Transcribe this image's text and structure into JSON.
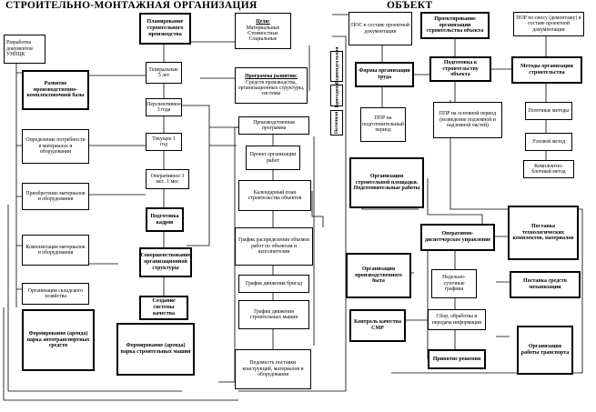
{
  "headers": {
    "left": "СТРОИТЕЛЬНО-МОНТАЖНАЯ ОРГАНИЗАЦИЯ",
    "right": "ОБЪЕКТ"
  },
  "left": {
    "docs": "Разработка документов УНПЦК",
    "dev": "Развитие производственно-комплектовочной базы",
    "needs": "Определение потребности в материалах и оборудовании",
    "acq": "Приобретение материалов и оборудования",
    "kompl": "Комплектация материалов и оборудования",
    "sklad": "Организация складского хозяйства",
    "auto": "Формирование (аренда) парка автотранспортных средств",
    "mach": "Формирование (аренда) парка строительных машин"
  },
  "center": {
    "plan": "Планирование строительного производства",
    "p5": "Генеральные 5 лет",
    "p3": "Перспективное 3 года",
    "p1": "Текущее 1 год",
    "pop": "Оперативное 3 мес. 1 мес",
    "cadr": "Подготовка кадров",
    "sover": "Совершенствование организационной структуры",
    "qual": "Создание системы качества",
    "goals_title": "Цели:",
    "goals_text": "Материальные Стоимостные Социальные",
    "prog_title": "Программа развития:",
    "prog_text": "Средств производства, организационных структуры, системы",
    "prodprog": "Производственная программа",
    "proj": "Проект организации работ",
    "kal": "Календарный план строительства объектов",
    "grafr": "График распределения объемов работ по объектам и исполнителям",
    "grafb": "График движения бригад",
    "grafm": "График движения строительных машин",
    "ved": "Ведомость поставки конструкций, материалов и оборудования"
  },
  "right": {
    "pos": "ПОС в составе проектной документации",
    "proj": "Проектирование организации строительства объекта",
    "pors": "ПОР по сносу (демонтажу) в составе проектной документации",
    "forms": "Формы организации труда",
    "podg": "Подготовка к строительству объекта",
    "methods": "Методы организации строительства",
    "ppr1": "ППР на подготовительный период",
    "ppr2": "ППР на основной период (возведение подземной и надземной частей)",
    "potok": "Поточные методы",
    "uzl": "Узловой метод",
    "komp": "Комплектно-блочный метод",
    "strpl": "Организация строительной площадки. Подготовительные работы",
    "oper": "Оперативно-диспетчерское управление",
    "nedel": "Недельно-суточные графики",
    "sbor": "Сбор, обработка и передача информации",
    "prin": "Принятие решения",
    "byt": "Организация производственного быта",
    "kontr": "Контроль качества СМР",
    "post": "Поставка технологических комплектов, материалов",
    "mech": "Поставка средств механизации",
    "trans": "Организация работы транспорта",
    "vert1": "Индивидуальная",
    "vert2": "Бригадная",
    "vert3": "Поточная"
  }
}
